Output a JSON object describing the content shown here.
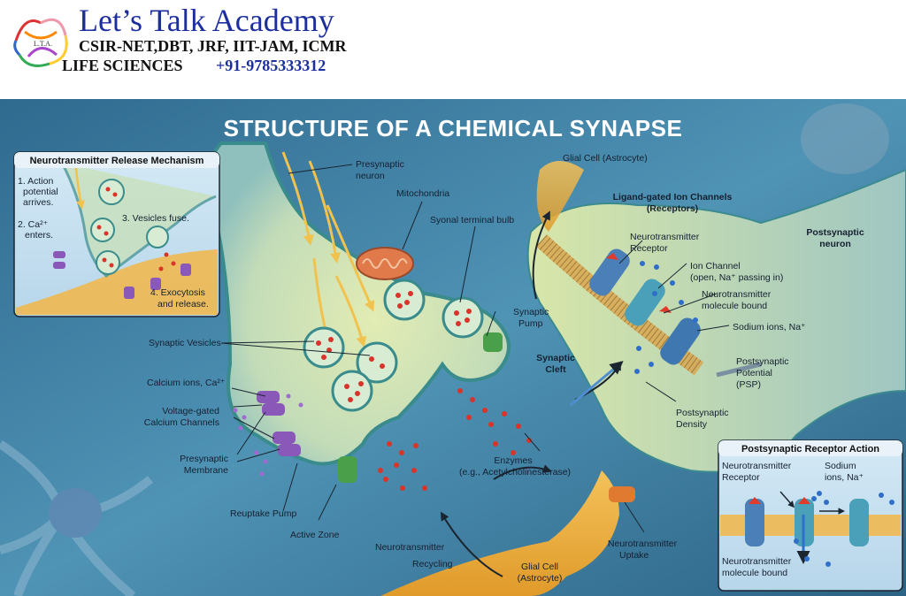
{
  "header": {
    "title": "Let’s Talk Academy",
    "subtitle": "CSIR-NET,DBT, JRF, IIT-JAM, ICMR",
    "line3_label": "LIFE SCIENCES",
    "phone": "+91-9785333312",
    "logo_text": "L.T.A.",
    "logo_icon": "academy-molecule-logo-icon"
  },
  "diagram": {
    "title": "STRUCTURE OF A CHEMICAL SYNAPSE",
    "labels": {
      "presynaptic_neuron": [
        "Presynaptic",
        "neuron"
      ],
      "mitochondria": "Mitochondria",
      "synaptic_terminal_bulb": "Syonal terminal bulb",
      "glial_top": "Glial Cell (Astrocyte)",
      "ligand_gated": [
        "Ligand-gated Ion Channels",
        "(Receptors)"
      ],
      "postsynaptic_neuron": [
        "Postsynaptic",
        "neuron"
      ],
      "nt_receptor": [
        "Neurotransmitter",
        "Receptor"
      ],
      "ion_channel": [
        "Ion Channel",
        "(open, Na⁺ passing in)"
      ],
      "nt_bound": [
        "Neurotransmitter",
        "molecule bound"
      ],
      "sodium_ions": "Sodium ions, Na⁺",
      "psp": [
        "Postsynaptic",
        "Potential",
        "(PSP)"
      ],
      "postsynaptic_density": [
        "Postsynaptic",
        "Density"
      ],
      "synaptic_pump": [
        "Synaptic",
        "Pump"
      ],
      "synaptic_cleft": [
        "Synaptic",
        "Cleft"
      ],
      "synaptic_vesicles": "Synaptic Vesicles",
      "calcium_ions": "Calcium ions, Ca²⁺",
      "voltage_gated": [
        "Voltage-gated",
        "Calcium Channels"
      ],
      "presynaptic_membrane": [
        "Presynaptic",
        "Membrane"
      ],
      "reuptake_pump": "Reuptake Pump",
      "active_zone": "Active Zone",
      "enzymes": [
        "Enzymes",
        "(e.g., Acetylcholinesterase)"
      ],
      "nt_recycling": [
        "Neurotransmitter",
        "Recycling"
      ],
      "glial_bottom": [
        "Glial Cell",
        "(Astrocyte)"
      ],
      "nt_uptake": [
        "Neurotransmitter",
        "Uptake"
      ]
    },
    "inset_release": {
      "title": "Neurotransmitter Release Mechanism",
      "step1": [
        "1. Action",
        "potential",
        "arrives."
      ],
      "step2": [
        "2. Ca²⁺",
        "enters."
      ],
      "step3": "3. Vesicles fuse.",
      "step4": [
        "4. Exocytosis",
        "and release."
      ]
    },
    "inset_receptor": {
      "title": "Postsynaptic Receptor Action",
      "nt_receptor": [
        "Neurotransmitter",
        "Receptor"
      ],
      "sodium": [
        "Sodium",
        "ions, Na⁺"
      ],
      "nt_bound": [
        "Neurotransmitter",
        "molecule bound"
      ]
    }
  }
}
